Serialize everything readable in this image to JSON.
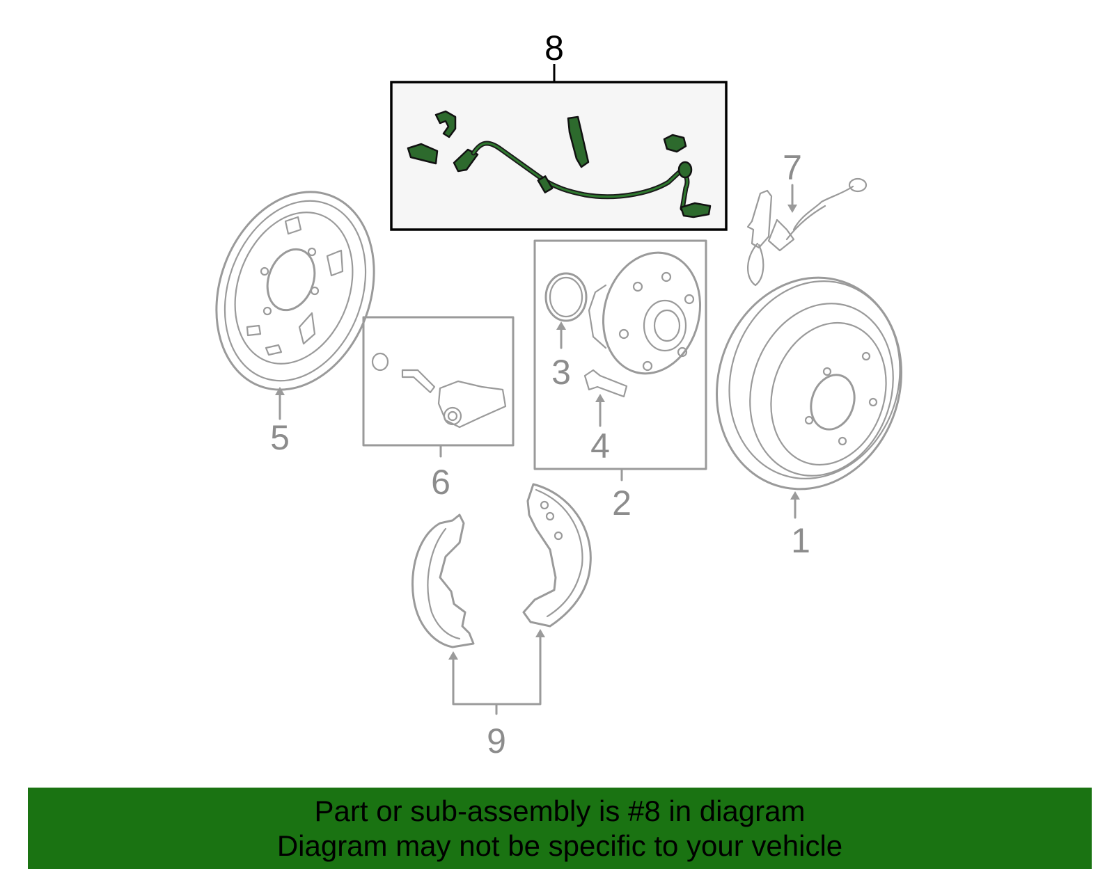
{
  "diagram": {
    "highlighted_part": "8",
    "highlight_color": "#2d6a2d",
    "outline_color": "#9a9a9a",
    "callouts": [
      "1",
      "2",
      "3",
      "4",
      "5",
      "6",
      "7",
      "8",
      "9"
    ]
  },
  "banner": {
    "background": "#1a7312",
    "line1": "Part or sub-assembly is #8 in diagram",
    "line2": "Diagram may not be specific to your vehicle"
  }
}
